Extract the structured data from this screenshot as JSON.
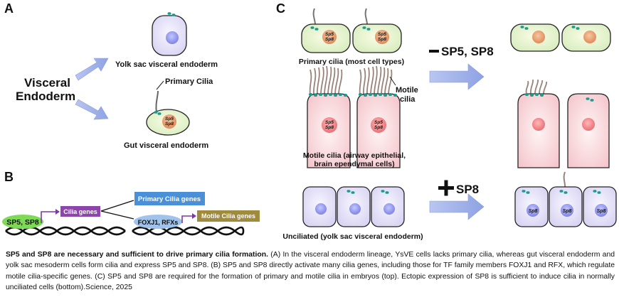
{
  "panels": {
    "a": "A",
    "b": "B",
    "c": "C"
  },
  "panel_a": {
    "root_label_line1": "Visceral",
    "root_label_line2": "Endoderm",
    "yolk_label": "Yolk sac visceral endoderm",
    "primary_cilia_label": "Primary Cilia",
    "gut_label": "Gut visceral endoderm",
    "nucleus_line1": "Sp5",
    "nucleus_line2": "Sp8"
  },
  "panel_b": {
    "factors": "SP5, SP8",
    "cilia_genes": "Cilia genes",
    "primary_cilia_genes": "Primary Cilia genes",
    "tfs": "FOXJ1, RFXs",
    "motile_cilia_genes": "Motile Cilia genes"
  },
  "panel_c": {
    "primary_label": "Primary cilia (most cell types)",
    "motile_cilia_label_line1": "Motile",
    "motile_cilia_label_line2": "cilia",
    "motile_label_line1": "Motile cilia (airway epithelial,",
    "motile_label_line2": "brain ependymal cells)",
    "minus_label": "SP5, SP8",
    "plus_label": "SP8",
    "unciliated_label": "Unciliated (yolk sac visceral endoderm)",
    "nucleus_line1": "Sp5",
    "nucleus_line2": "Sp8",
    "ectopic_nucleus": "Sp8"
  },
  "caption": {
    "title": "SP5 and SP8 are necessary and sufficient to drive primary cilia formation.",
    "body": " (A) In the visceral endoderm lineage, YsVE cells lacks primary cilia, whereas gut visceral endoderm and yolk sac mesoderm cells form cilia and express SP5 and SP8. (B) SP5 and SP8 directly activate many cilia genes, including those for TF family members FOXJ1 and RFX, which regulate motile cilia-specific genes. (C) SP5 and SP8 are required for the formation of primary and motile cilia in embryos (top). Ectopic expression of SP8 is sufficient to induce cilia in normally unciliated cells (bottom).Science, 2025"
  },
  "colors": {
    "blue_arrow": "#9fb0e6",
    "primary_genes_box": "#4a90d9",
    "cilia_genes_box": "#8e44ad",
    "motile_genes_box": "#a08a3c",
    "sp_oval": "#7ed957",
    "tf_oval": "#9fc3ea"
  }
}
